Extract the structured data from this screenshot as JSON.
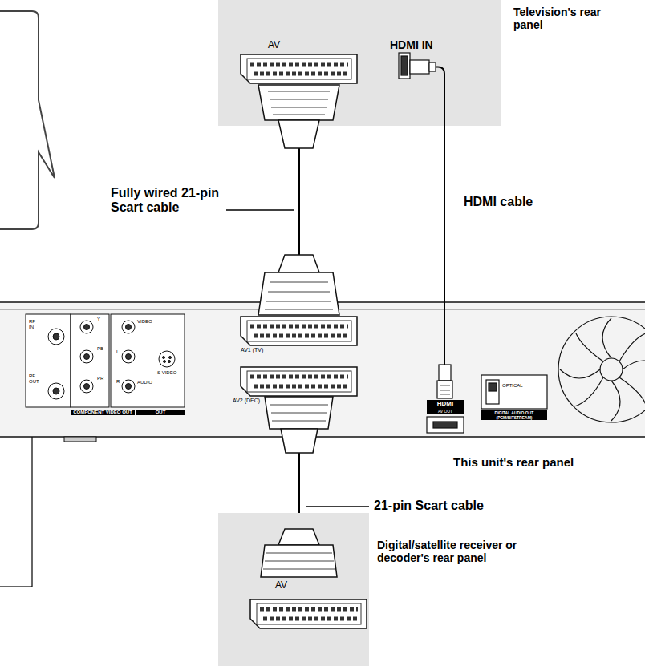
{
  "diagram": {
    "nodes": [
      {
        "text": [
          "Television's rear panel"
        ]
      },
      {
        "text": [
          "This unit's rear panel"
        ]
      },
      {
        "text": [
          "Digital/satellite receiver or decoder's rear panel"
        ]
      }
    ],
    "edges": [
      {
        "from": 0,
        "to": 1,
        "arrow": "none",
        "label": "Fully wired 21-pin Scart cable"
      },
      {
        "from": 0,
        "to": 1,
        "arrow": "none",
        "label": "HDMI cable"
      },
      {
        "from": 1,
        "to": 2,
        "arrow": "none",
        "label": "21-pin Scart cable"
      }
    ],
    "labels": [
      "AV",
      "HDMI IN",
      "RF IN",
      "RF OUT",
      "Y",
      "PB",
      "PR",
      "VIDEO",
      "L",
      "R",
      "AUDIO",
      "S VIDEO",
      "COMPONENT VIDEO OUT",
      "OUT",
      "AV1 (TV)",
      "AV2 (DEC)",
      "HDMI",
      "AV OUT",
      "OPTICAL",
      "DIGITAL AUDIO OUT (PCM/BITSTREAM)",
      "AV"
    ]
  }
}
